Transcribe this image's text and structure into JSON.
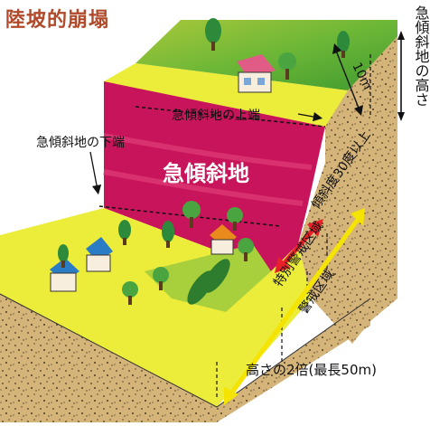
{
  "title": "陸坡的崩塌",
  "labels": {
    "height_vertical": "急傾斜地の高さ",
    "ten_m": "10m",
    "upper_edge": "急傾斜地の上端",
    "lower_edge": "急傾斜地の下端",
    "slope_area": "急傾斜地",
    "slope_angle": "傾斜度30度以上",
    "special_zone": "特別警戒区域",
    "warning_zone": "警戒区域",
    "bottom_measure": "高さの2倍(最長50m)"
  },
  "colors": {
    "yellow": "#ecec3a",
    "red": "#c8145a",
    "green": "#5eb135",
    "soil": "#d2b377",
    "arrow_red": "#e8202a",
    "arrow_yellow": "#f4e400"
  }
}
